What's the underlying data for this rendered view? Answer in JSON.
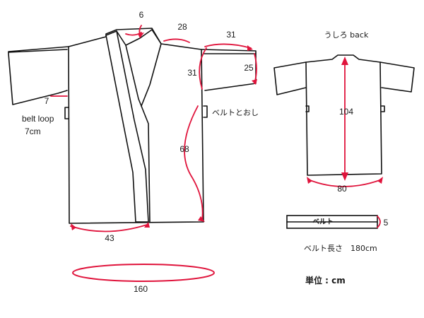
{
  "front": {
    "dim_collar_width": "6",
    "dim_shoulder": "28",
    "dim_sleeve_length": "31",
    "dim_armhole": "31",
    "dim_cuff": "25",
    "dim_belt_loop_pos": "7",
    "belt_loop_label": "belt loop",
    "belt_loop_size": "7cm",
    "belt_slit_label": "ベルトとおし",
    "dim_side_length": "68",
    "dim_hem_half": "43",
    "dim_hem_circumference": "160"
  },
  "back": {
    "title": "うしろ back",
    "dim_length": "104",
    "dim_hem": "80"
  },
  "belt": {
    "label": "ベルト",
    "dim_width": "5",
    "length_text": "ベルト長さ　180cm"
  },
  "unit_text": "単位 : cm",
  "colors": {
    "ink": "#111111",
    "dimension": "#e0143c"
  }
}
